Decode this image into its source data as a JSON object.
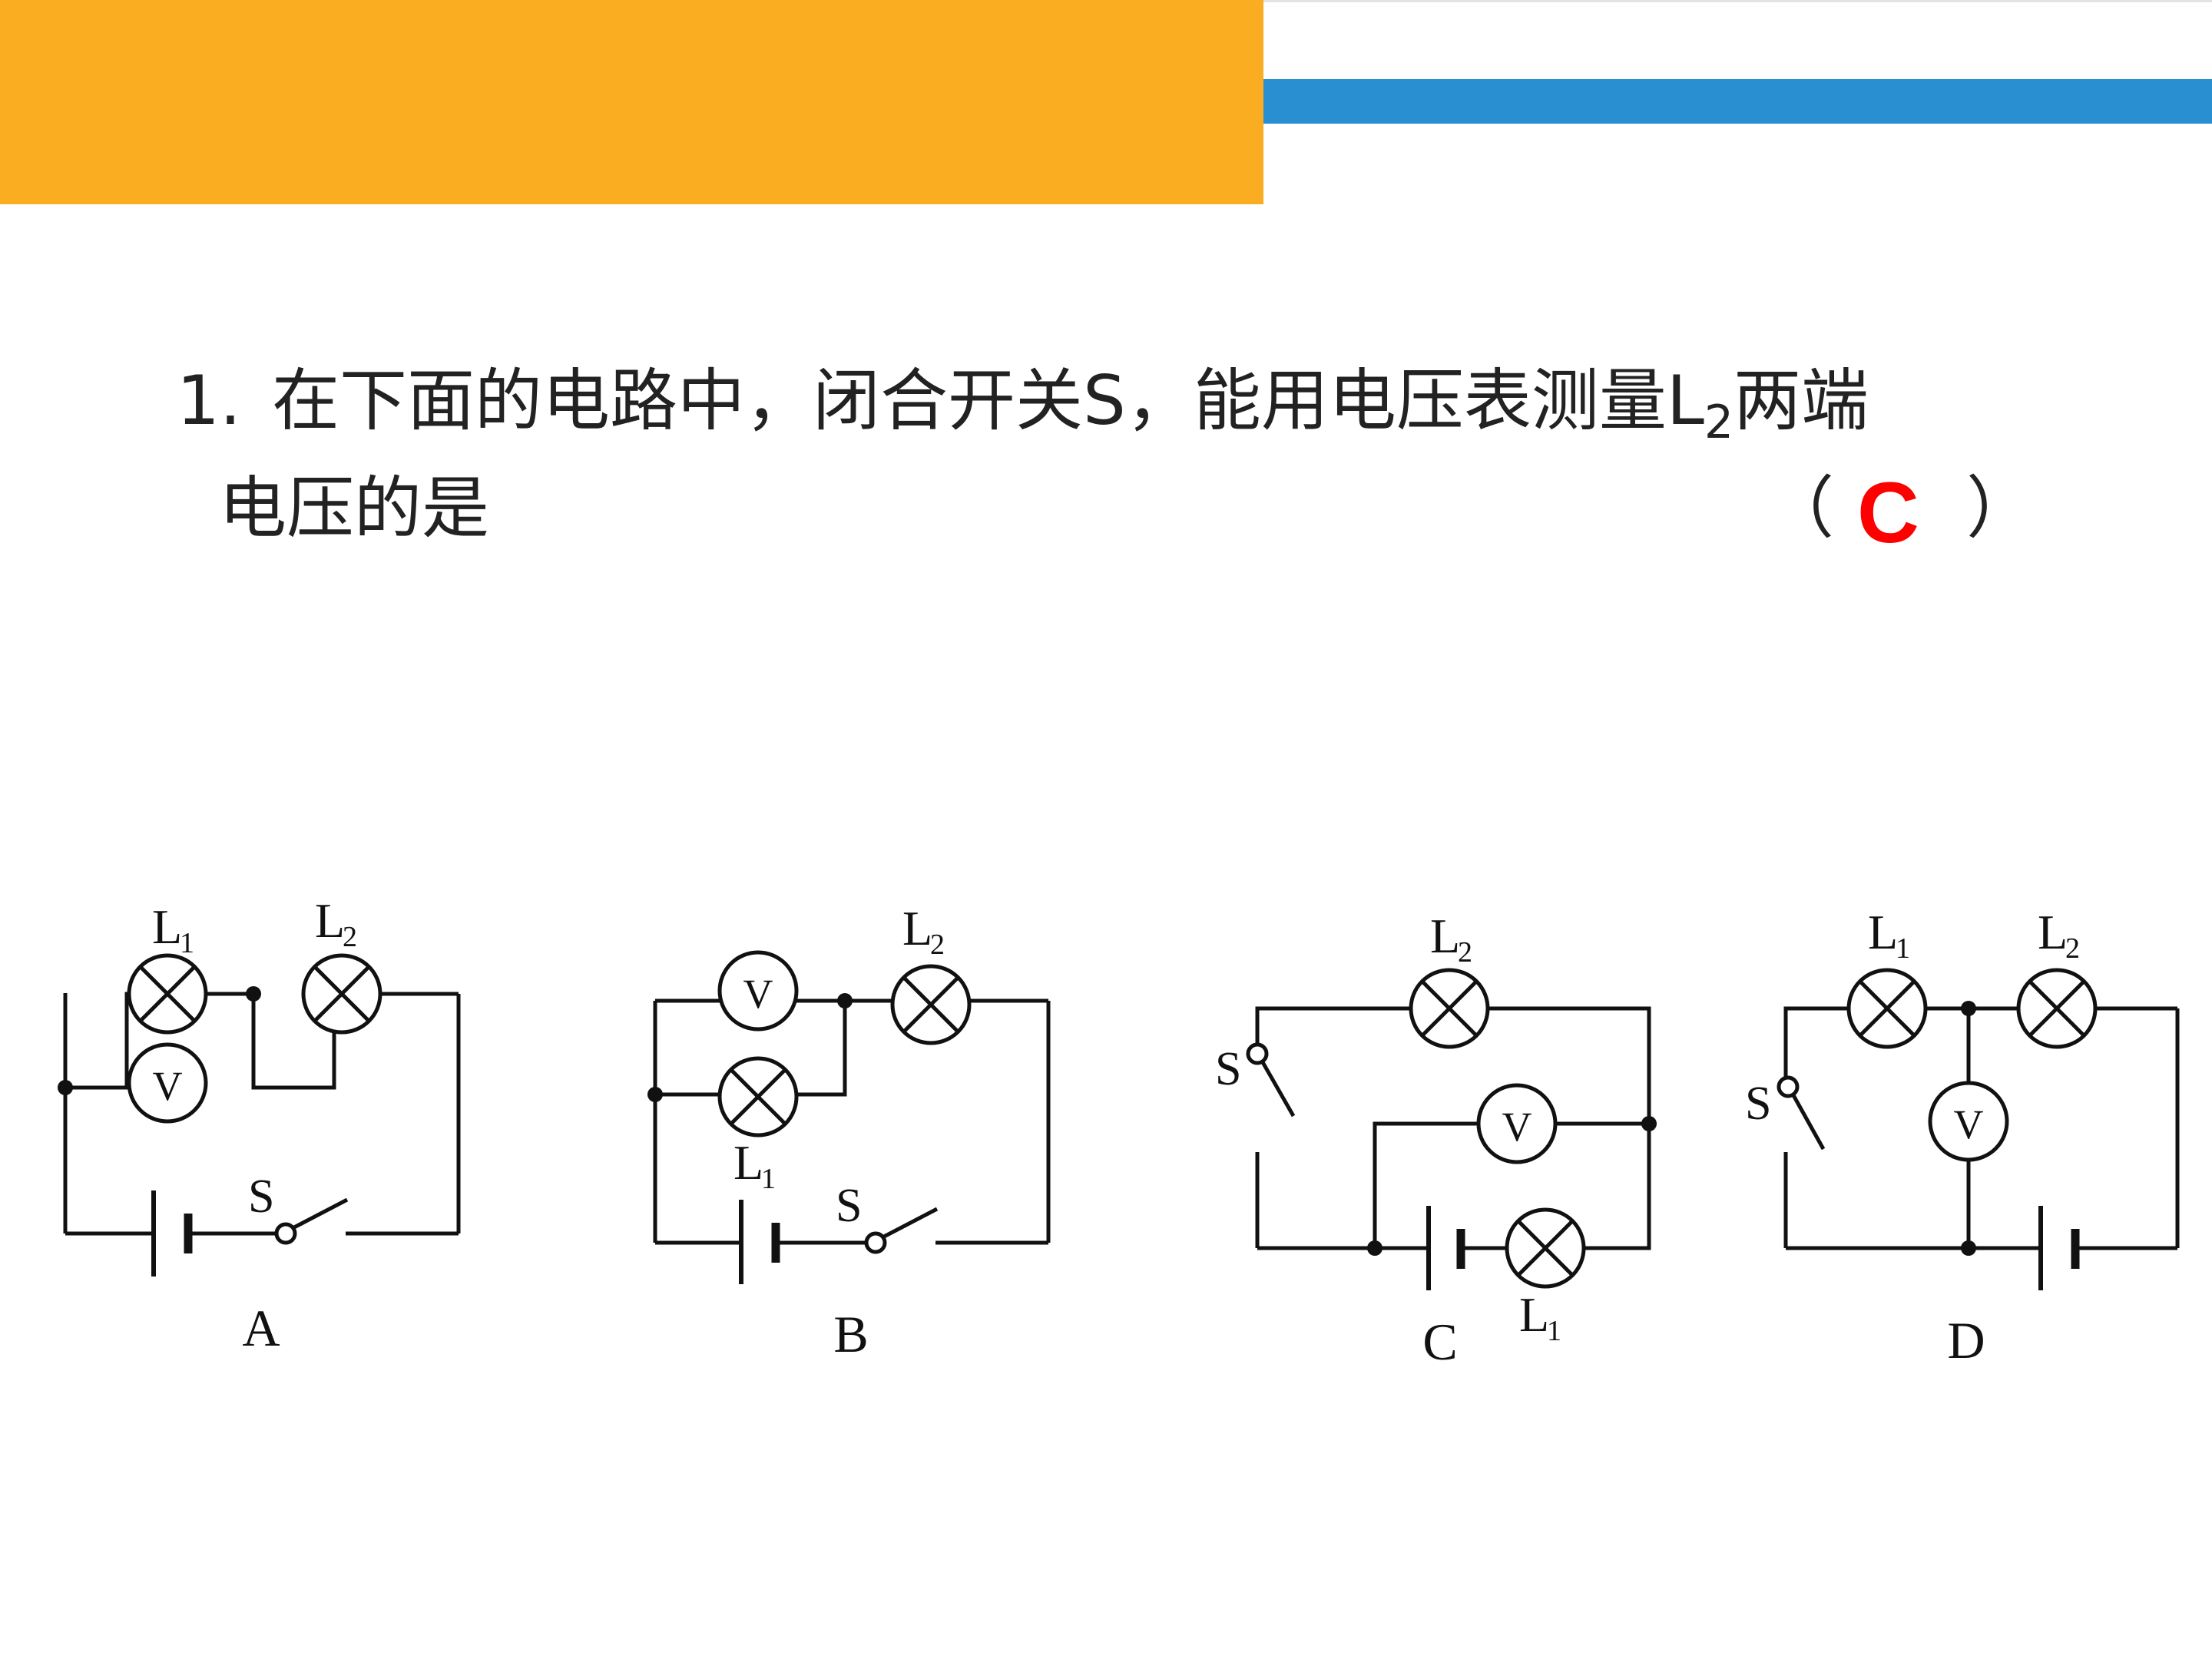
{
  "question": {
    "number": "1.",
    "line1_main": "在下面的电路中，闭合开关S，能用电压表测量L",
    "line1_sub": "2",
    "line1_end": "两端",
    "line2": "电压的是",
    "paren_open": "（",
    "paren_close": "）",
    "answer": "C"
  },
  "colors": {
    "header_orange": "#FBAD22",
    "header_blue": "#2A8FD0",
    "answer_red": "#FF0000"
  },
  "diagrams": {
    "A": {
      "caption": "A",
      "lamp1": {
        "letter": "L",
        "sub": "1"
      },
      "lamp2": {
        "letter": "L",
        "sub": "2"
      },
      "voltmeter": "V",
      "switch": "S"
    },
    "B": {
      "caption": "B",
      "lamp1": {
        "letter": "L",
        "sub": "1"
      },
      "lamp2": {
        "letter": "L",
        "sub": "2"
      },
      "voltmeter": "V",
      "switch": "S"
    },
    "C": {
      "caption": "C",
      "lamp1": {
        "letter": "L",
        "sub": "1"
      },
      "lamp2": {
        "letter": "L",
        "sub": "2"
      },
      "voltmeter": "V",
      "switch": "S"
    },
    "D": {
      "caption": "D",
      "lamp1": {
        "letter": "L",
        "sub": "1"
      },
      "lamp2": {
        "letter": "L",
        "sub": "2"
      },
      "voltmeter": "V",
      "switch": "S"
    }
  }
}
